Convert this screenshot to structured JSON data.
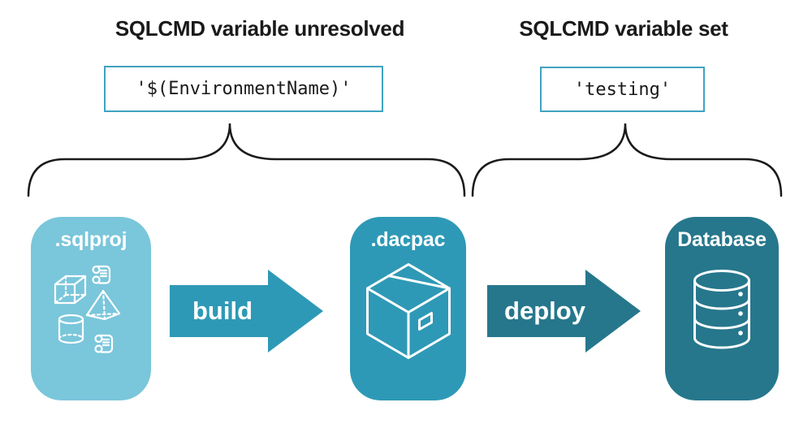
{
  "colors": {
    "sqlproj_card": "#7AC6DB",
    "dacpac_card": "#2E99B6",
    "database_card": "#26778C",
    "build_arrow": "#2E99B6",
    "deploy_arrow": "#26778C",
    "code_box_border": "#3FA3C1",
    "heading_text": "#1A1A1A",
    "brace_stroke": "#1A1A1A",
    "card_text": "#FFFFFF"
  },
  "annotations": {
    "unresolved": {
      "heading": "SQLCMD variable unresolved",
      "code": "'$(EnvironmentName)'"
    },
    "set": {
      "heading": "SQLCMD variable set",
      "code": "'testing'"
    }
  },
  "pipeline": {
    "stages": [
      {
        "label": ".sqlproj",
        "icon": "sql-project-objects-icon"
      },
      {
        "label": ".dacpac",
        "icon": "package-box-icon"
      },
      {
        "label": "Database",
        "icon": "database-cylinder-icon"
      }
    ],
    "arrows": [
      {
        "label": "build"
      },
      {
        "label": "deploy"
      }
    ]
  }
}
